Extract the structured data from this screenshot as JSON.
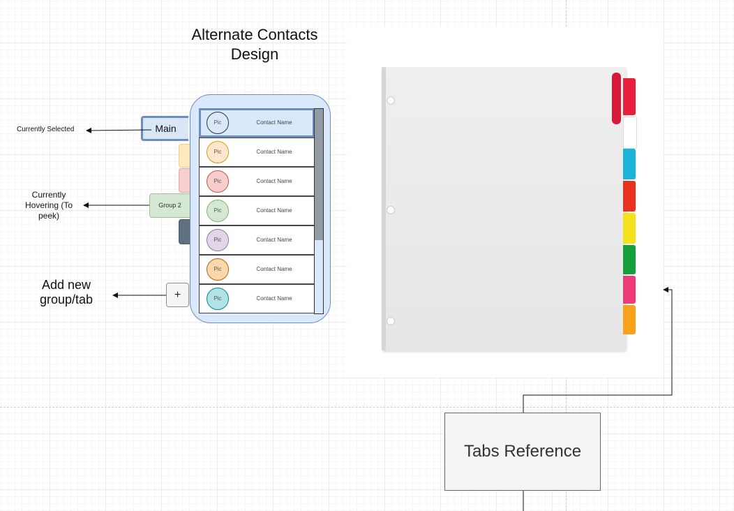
{
  "title": "Alternate Contacts Design",
  "annotations": {
    "currently_selected": "Currently Selected",
    "currently_hovering": "Currently Hovering (To peek)",
    "add_new": "Add new group/tab"
  },
  "tabs": {
    "main_label": "Main",
    "hover_label": "Group 2",
    "add_label": "+"
  },
  "contacts": [
    {
      "pic": "Pic",
      "name": "Contact Name",
      "pic_fill": "#dae8fc",
      "pic_border": "#333333",
      "selected": true
    },
    {
      "pic": "Pic",
      "name": "Contact Name",
      "pic_fill": "#ffe6cc",
      "pic_border": "#d79b00"
    },
    {
      "pic": "Pic",
      "name": "Contact Name",
      "pic_fill": "#f8cecc",
      "pic_border": "#b85450"
    },
    {
      "pic": "Pic",
      "name": "Contact Name",
      "pic_fill": "#d5e8d4",
      "pic_border": "#82b366"
    },
    {
      "pic": "Pic",
      "name": "Contact Name",
      "pic_fill": "#e1d5e7",
      "pic_border": "#9673a6"
    },
    {
      "pic": "Pic",
      "name": "Contact Name",
      "pic_fill": "#fad7ac",
      "pic_border": "#b46504"
    },
    {
      "pic": "Pic",
      "name": "Contact Name",
      "pic_fill": "#b0e3e6",
      "pic_border": "#0e8088"
    }
  ],
  "reference": {
    "label": "Tabs Reference",
    "tab_colors": [
      "#e8203c",
      "#ffffff",
      "#1ab4d8",
      "#e8321e",
      "#f4e21a",
      "#14a03c",
      "#ee3c78",
      "#f7a21b"
    ]
  }
}
